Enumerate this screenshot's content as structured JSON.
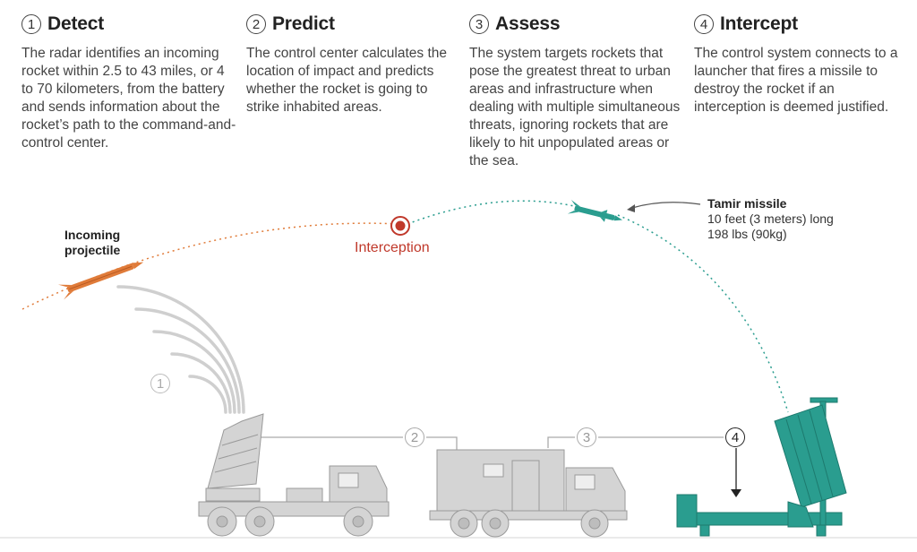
{
  "steps": [
    {
      "number": "1",
      "title": "Detect",
      "description": "The radar identifies an incoming rocket within 2.5 to 43 miles, or 4 to 70 kilometers, from the battery and sends information about the rocket’s path to the command-and-control center."
    },
    {
      "number": "2",
      "title": "Predict",
      "description": "The control center calculates the location of impact and predicts whether the rocket is going to strike inhabited areas."
    },
    {
      "number": "3",
      "title": "Assess",
      "description": "The system targets rockets that pose the greatest threat to urban areas and infrastructure when dealing with multiple simultaneous threats, ignoring rockets that are likely to hit unpopulated areas or the sea."
    },
    {
      "number": "4",
      "title": "Intercept",
      "description": "The control system connects to a launcher that fires a missile to destroy the rocket if an interception is deemed justified."
    }
  ],
  "labels": {
    "incoming_line1": "Incoming",
    "incoming_line2": "projectile",
    "interception": "Interception",
    "tamir_title": "Tamir missile",
    "tamir_length": "10 feet (3 meters) long",
    "tamir_weight": "198 lbs (90kg)"
  },
  "diagram_markers": [
    "1",
    "2",
    "3",
    "4"
  ],
  "colors": {
    "teal": "#2a9d8f",
    "rocket": "#e07b39",
    "interception": "#c0392b",
    "vehicle": "#d4d4d4",
    "vehicle_outline": "#9a9a9a"
  }
}
